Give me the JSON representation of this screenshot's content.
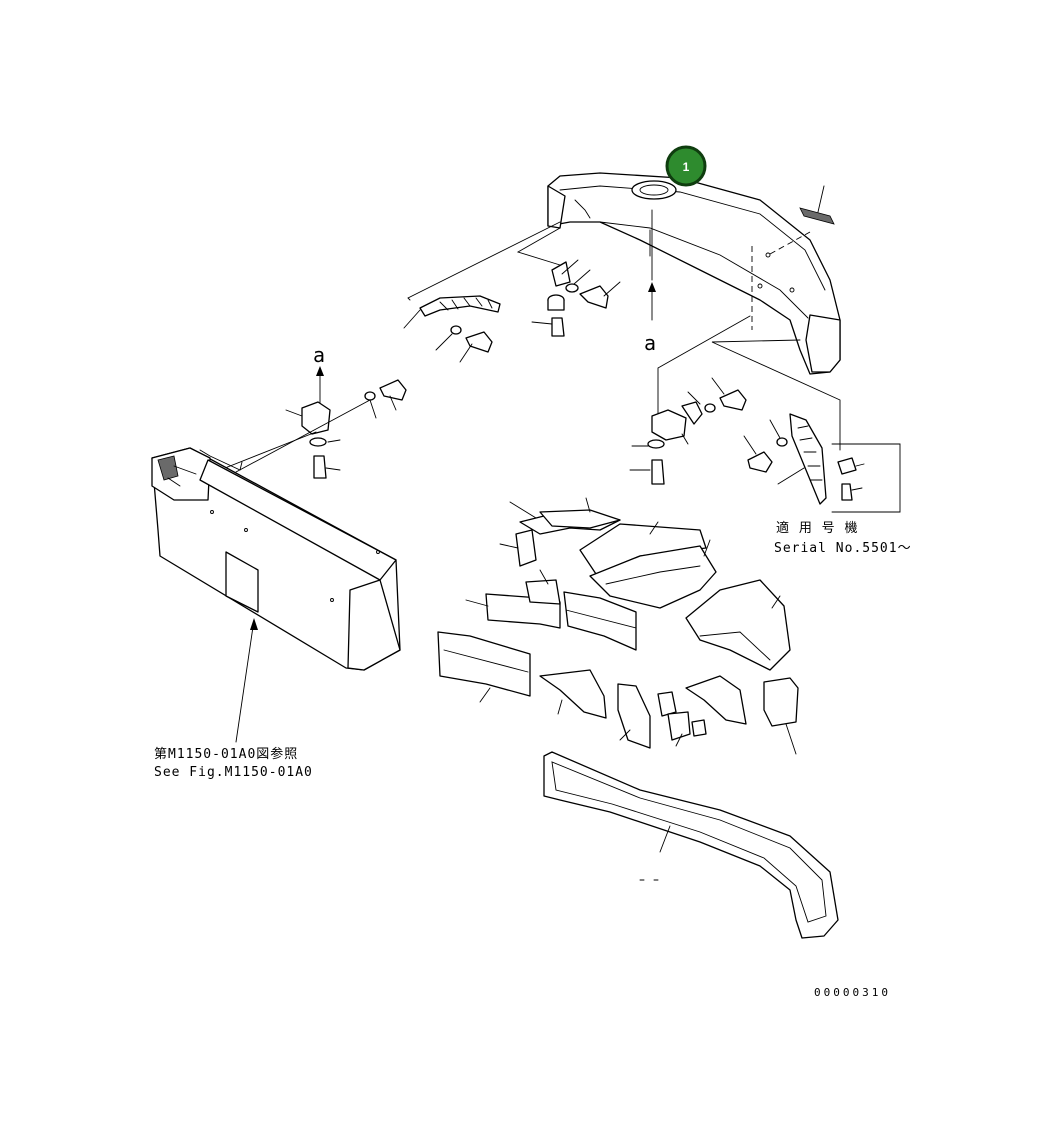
{
  "labels": {
    "view_a_top": "a",
    "view_a_left": "a",
    "serial_jp": "適 用 号 機",
    "serial_en": "Serial No.5501〜",
    "ref_jp": "第M1150-01A0図参照",
    "ref_en": "See Fig.M1150-01A0",
    "drawing_no": "00000310"
  },
  "callout": {
    "number": "1",
    "color": "#2e8b2e",
    "ring": "#0f3d0f"
  }
}
